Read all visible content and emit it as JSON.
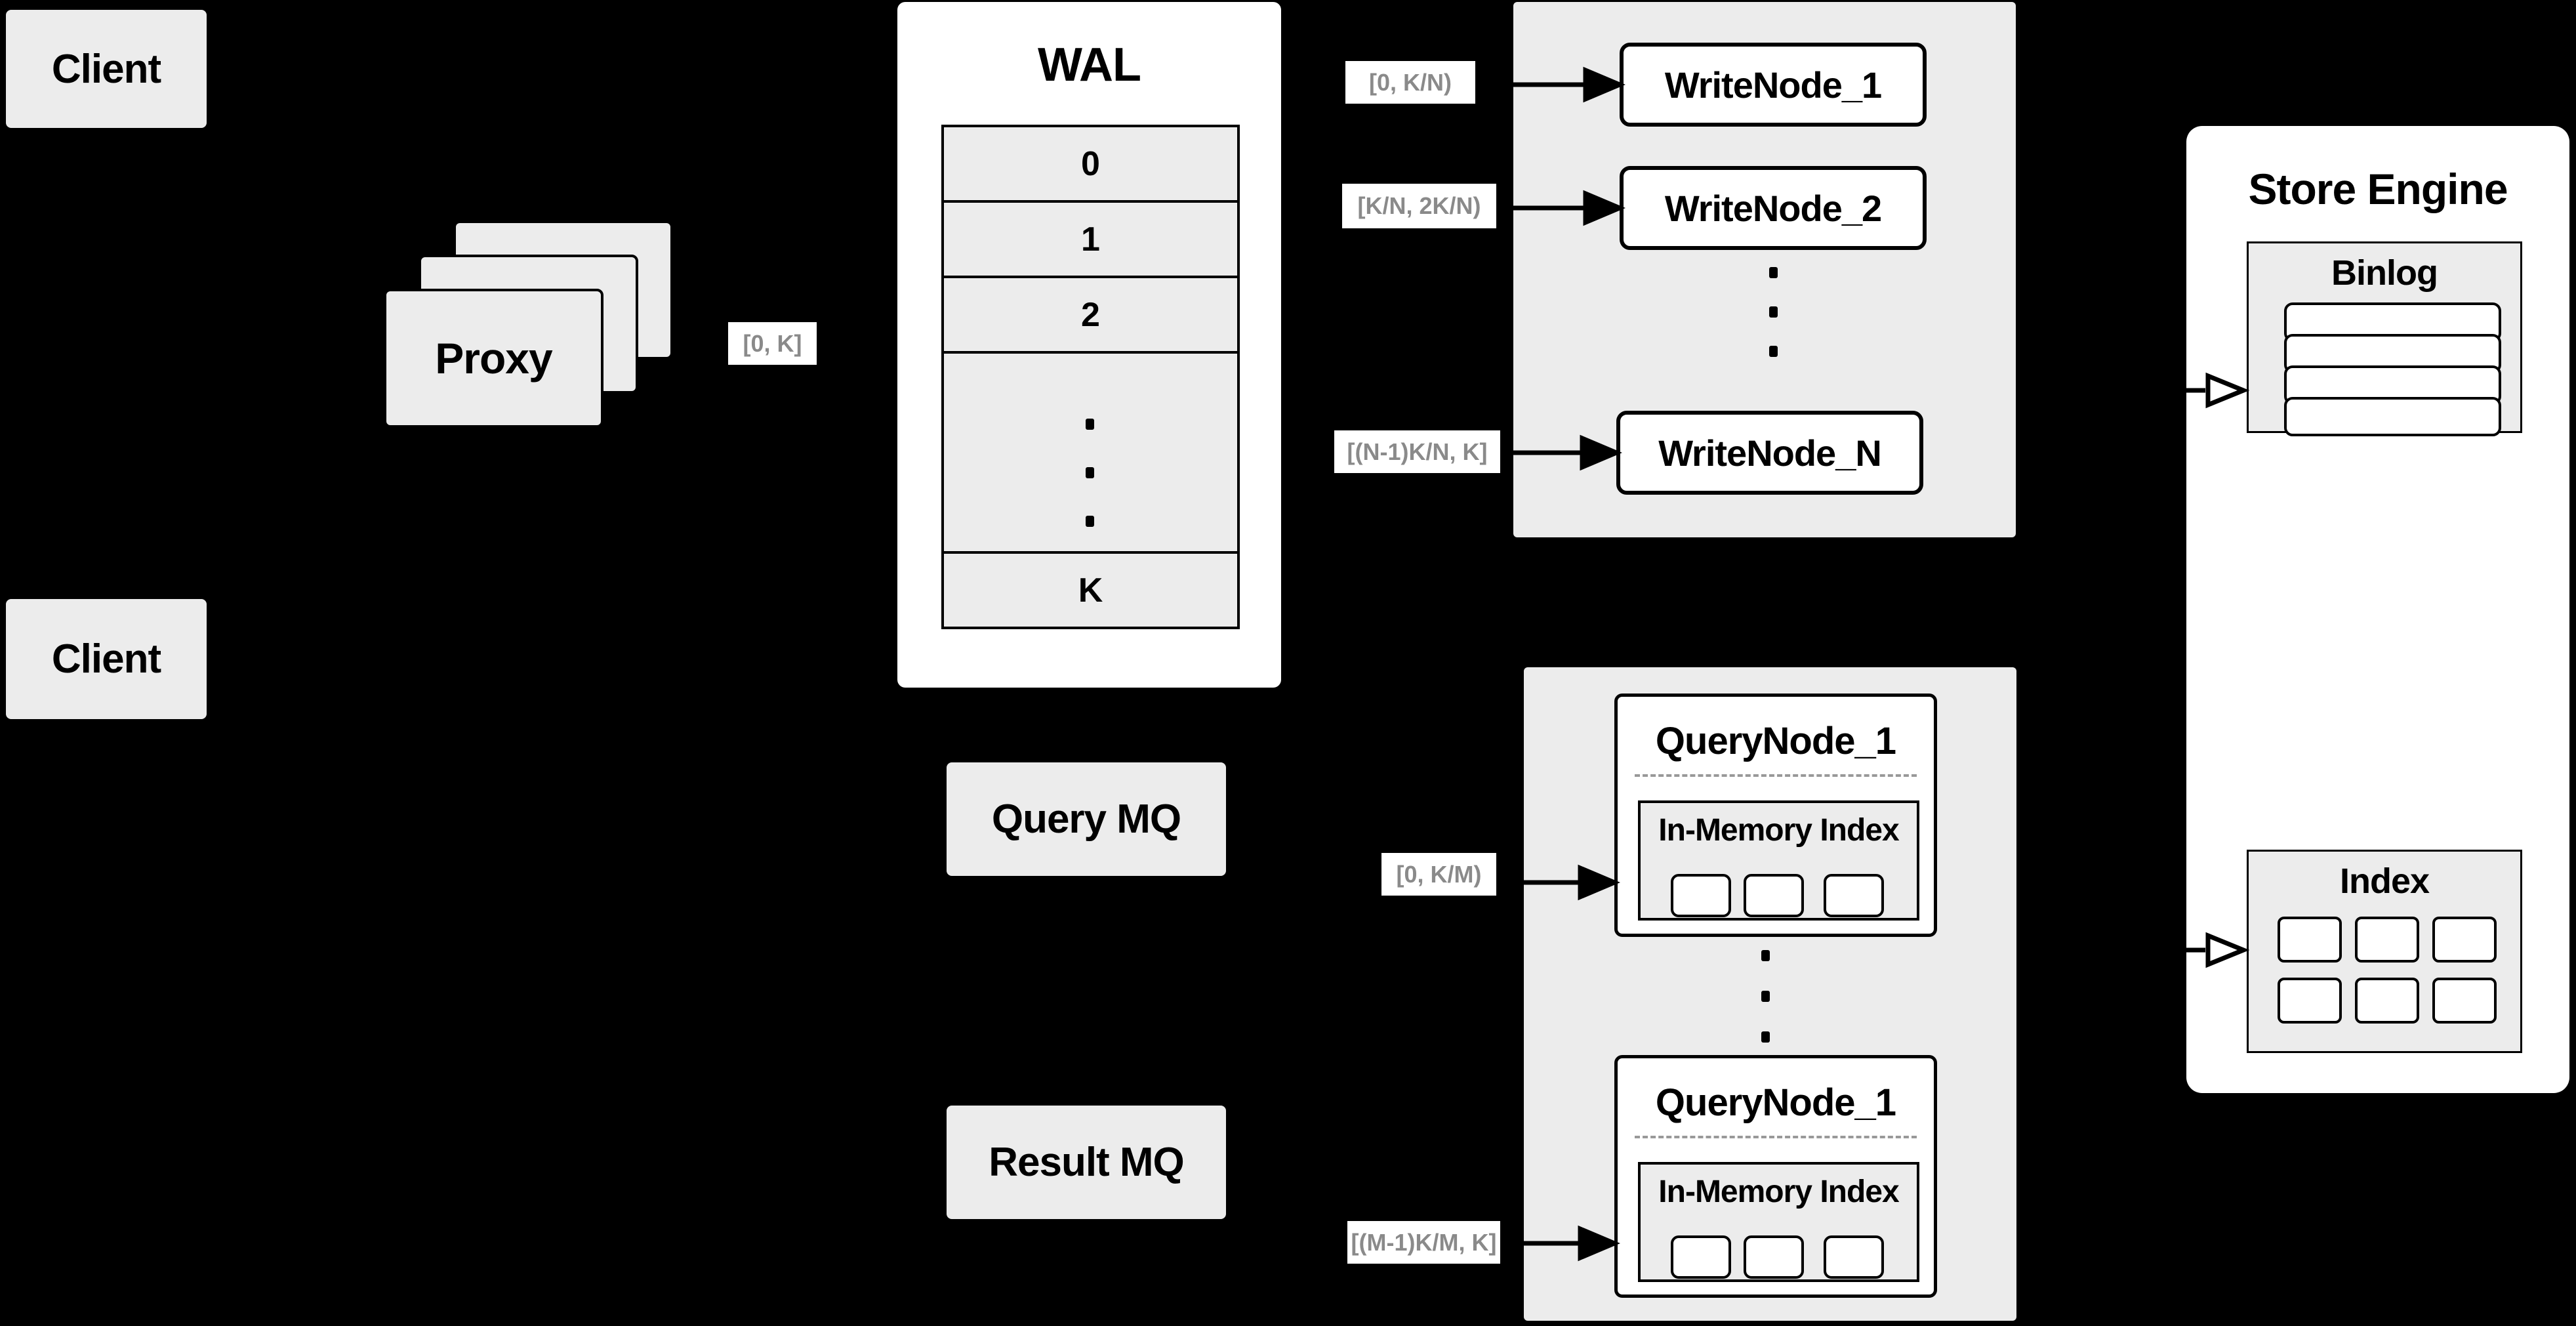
{
  "colors": {
    "background": "#000000",
    "panel_gray": "#ececec",
    "node_white": "#ffffff",
    "line_black": "#000000",
    "range_label_text": "#8a8a8a",
    "divider_gray": "#999999"
  },
  "client_top": {
    "label": "Client"
  },
  "client_bottom": {
    "label": "Client"
  },
  "proxy": {
    "label": "Proxy"
  },
  "ranges": {
    "proxy_to_wal": "[0, K]",
    "wal_to_writenode_1": "[0, K/N)",
    "wal_to_writenode_2": "[K/N, 2K/N)",
    "wal_to_writenode_n": "[(N-1)K/N, K]",
    "mq_to_querynode_top": "[0, K/M)",
    "mq_to_querynode_bottom": "[(M-1)K/M, K]"
  },
  "wal": {
    "title": "WAL",
    "seg0": "0",
    "seg1": "1",
    "seg2": "2",
    "segK": "K"
  },
  "write_nodes": {
    "n1": "WriteNode_1",
    "n2": "WriteNode_2",
    "nN": "WriteNode_N"
  },
  "mq": {
    "query": "Query MQ",
    "result": "Result MQ"
  },
  "query_node_top": {
    "title": "QueryNode_1",
    "inmem": "In-Memory Index"
  },
  "query_node_bottom": {
    "title": "QueryNode_1",
    "inmem": "In-Memory Index"
  },
  "store_engine": {
    "title": "Store Engine",
    "binlog": "Binlog",
    "index": "Index"
  }
}
